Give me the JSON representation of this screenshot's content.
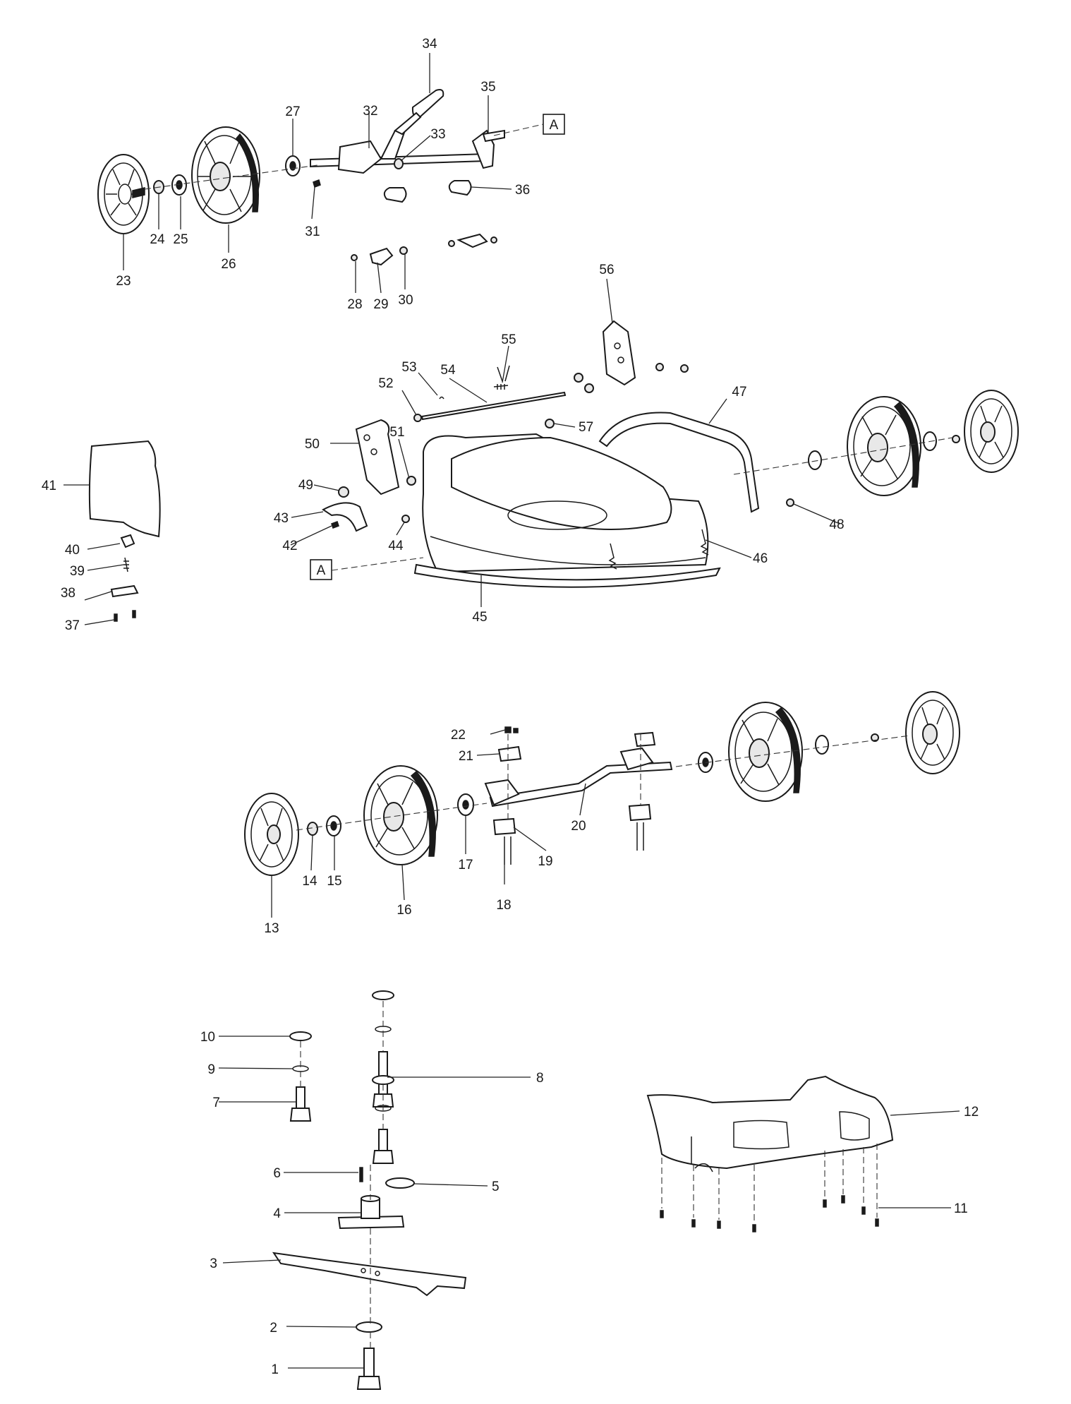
{
  "diagram": {
    "reference_marker": "A",
    "callouts": [
      "1",
      "2",
      "3",
      "4",
      "5",
      "6",
      "7",
      "8",
      "9",
      "10",
      "11",
      "12",
      "13",
      "14",
      "15",
      "16",
      "17",
      "18",
      "19",
      "20",
      "21",
      "22",
      "23",
      "24",
      "25",
      "26",
      "27",
      "28",
      "29",
      "30",
      "31",
      "32",
      "33",
      "34",
      "35",
      "36",
      "37",
      "38",
      "39",
      "40",
      "41",
      "42",
      "43",
      "44",
      "45",
      "46",
      "47",
      "48",
      "49",
      "50",
      "51",
      "52",
      "53",
      "54",
      "55",
      "56",
      "57"
    ]
  }
}
